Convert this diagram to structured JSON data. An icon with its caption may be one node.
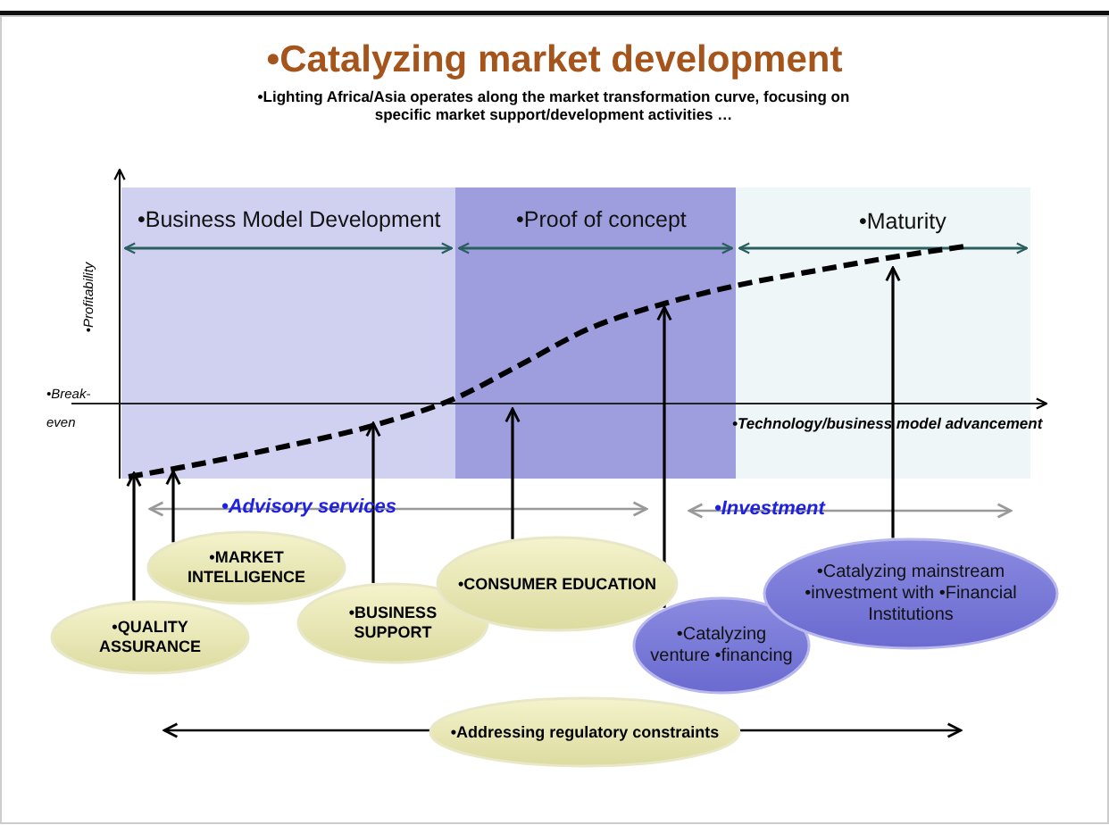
{
  "diagram": {
    "title": "•Catalyzing market development",
    "nodes": [
      {
        "text": [
          "•QUALITY ASSURANCE"
        ]
      },
      {
        "text": [
          "•MARKET INTELLIGENCE"
        ]
      },
      {
        "text": [
          "•BUSINESS SUPPORT"
        ]
      },
      {
        "text": [
          "•CONSUMER EDUCATION"
        ]
      },
      {
        "text": [
          "•Catalyzing venture •financing"
        ]
      },
      {
        "text": [
          "•Catalyzing mainstream •investment with •Financial Institutions"
        ]
      },
      {
        "text": [
          "•Addressing regulatory constraints"
        ]
      }
    ],
    "edges": [
      {
        "from": 0,
        "to": null,
        "arrow": "to"
      },
      {
        "from": 1,
        "to": null,
        "arrow": "to"
      },
      {
        "from": 2,
        "to": null,
        "arrow": "to"
      },
      {
        "from": 3,
        "to": null,
        "arrow": "to"
      },
      {
        "from": 4,
        "to": null,
        "arrow": "to"
      },
      {
        "from": 5,
        "to": null,
        "arrow": "to"
      }
    ],
    "labels": [
      "•Lighting Africa/Asia operates along the market transformation curve, focusing on specific market support/development activities …",
      "•Business Model Development",
      "•Proof of concept",
      "•Maturity",
      "•Profitability",
      "•Break- even",
      "•Technology/business model advancement",
      "•Advisory services",
      "•Investment"
    ]
  }
}
